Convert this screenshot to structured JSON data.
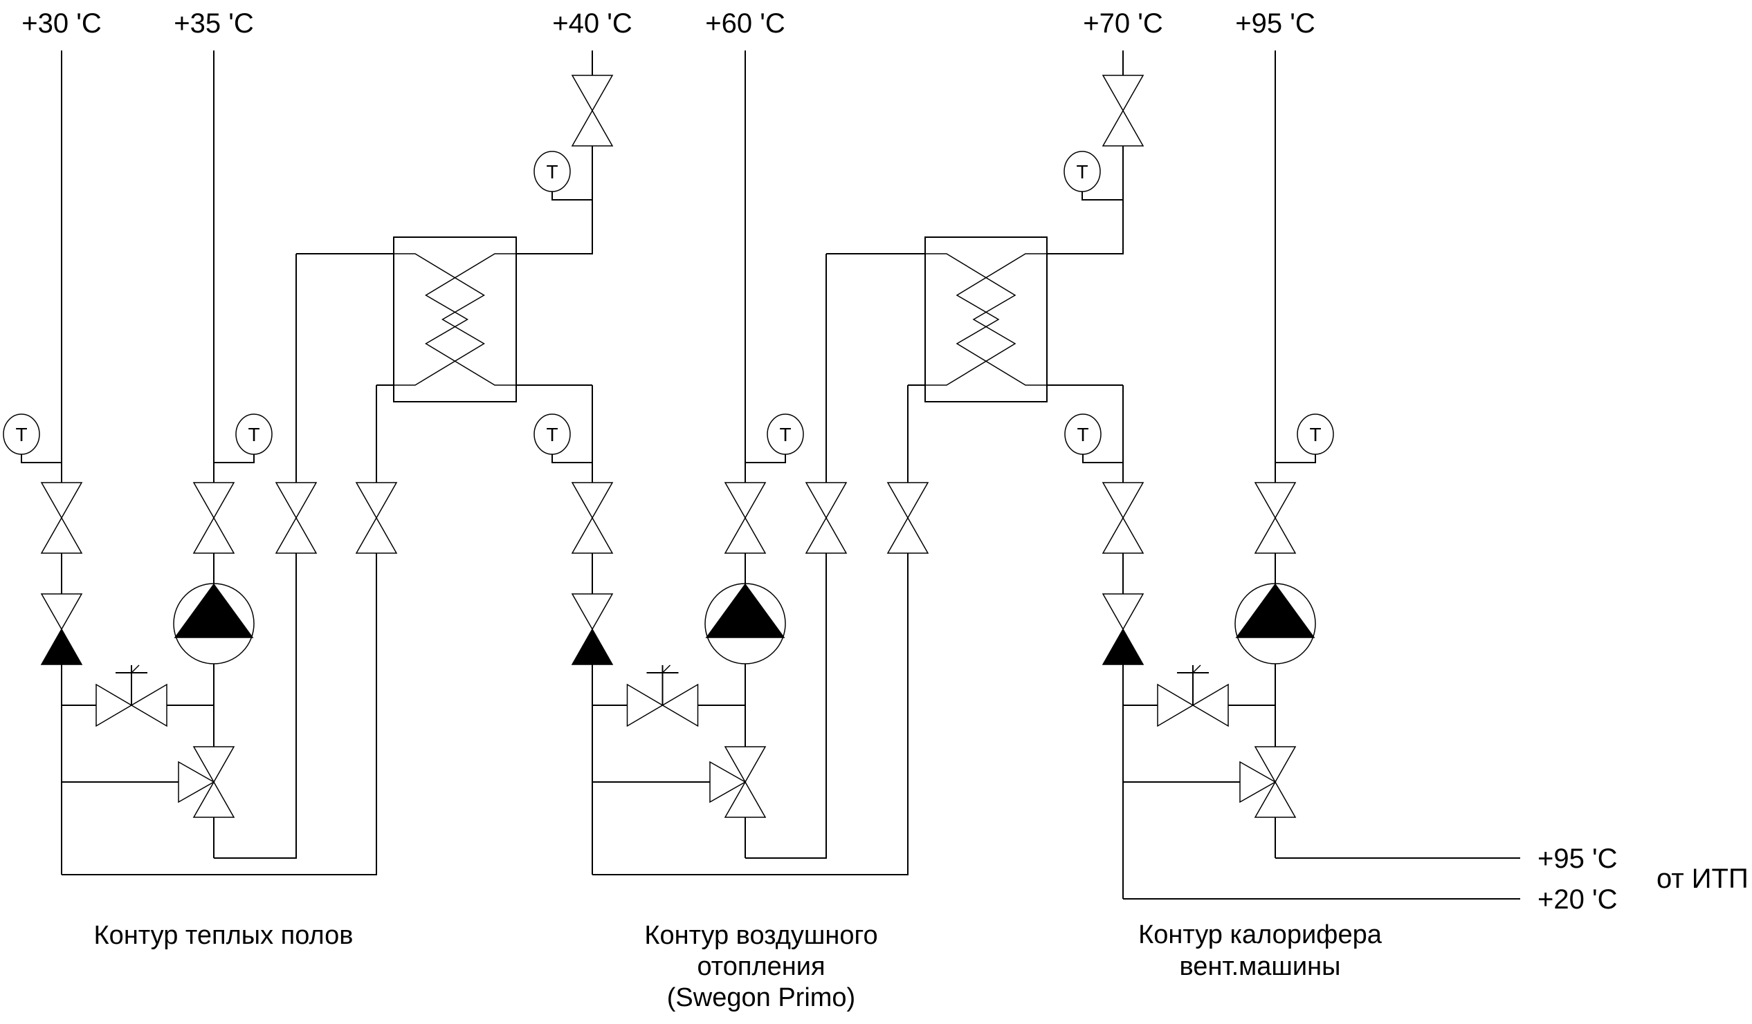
{
  "diagram": {
    "title": "Heating circuits schematic",
    "colors": {
      "line": "#000000",
      "background": "#ffffff"
    },
    "circuits": [
      {
        "id": "floor-heating",
        "caption": [
          "Контур теплых полов"
        ],
        "supply_label": "+30 'C",
        "return_label": "+35 'C",
        "heat_source_label": "+40 'C",
        "gauge_symbol": "T",
        "components": [
          "gauge-icon",
          "gauge-icon",
          "shutoff-valve-icon",
          "shutoff-valve-icon",
          "shutoff-valve-icon",
          "shutoff-valve-icon",
          "check-valve-icon",
          "pump-icon",
          "balancing-valve-icon",
          "three-way-valve-icon",
          "heat-exchanger-icon"
        ]
      },
      {
        "id": "air-heating",
        "caption": [
          "Контур воздушного",
          "отопления",
          "(Swegon Primo)"
        ],
        "supply_label": "+40 'C",
        "return_label": "+60 'C",
        "heat_source_label": "+70 'C",
        "gauge_symbol": "T",
        "components": [
          "gauge-icon",
          "gauge-icon",
          "shutoff-valve-icon",
          "shutoff-valve-icon",
          "shutoff-valve-icon",
          "shutoff-valve-icon",
          "check-valve-icon",
          "pump-icon",
          "balancing-valve-icon",
          "three-way-valve-icon",
          "heat-exchanger-icon"
        ]
      },
      {
        "id": "heater-coil",
        "caption": [
          "Контур калорифера",
          "вент.машины"
        ],
        "supply_label": "+70 'C",
        "return_label": "+95 'C",
        "gauge_symbol": "T",
        "components": [
          "gauge-icon",
          "gauge-icon",
          "shutoff-valve-icon",
          "shutoff-valve-icon",
          "check-valve-icon",
          "pump-icon",
          "balancing-valve-icon",
          "three-way-valve-icon"
        ]
      }
    ],
    "top_labels": [
      "+30 'C",
      "+35 'C",
      "+40 'C",
      "+60 'C",
      "+70 'C",
      "+95 'C"
    ],
    "source": {
      "supply_label": "+95 'C",
      "return_label": "+20 'C",
      "name": "от ИТП"
    }
  }
}
